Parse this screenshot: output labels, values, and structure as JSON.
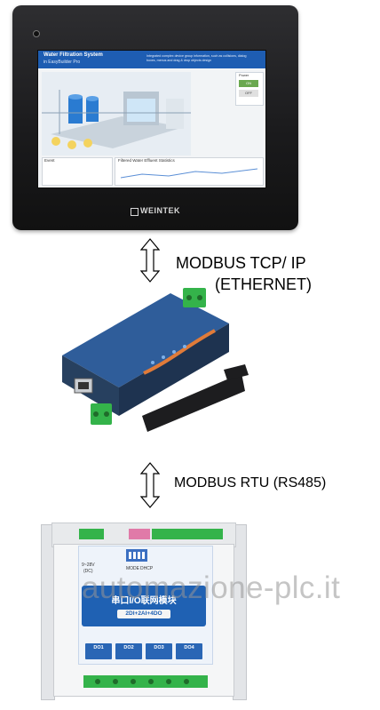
{
  "hmi": {
    "screen_title": "Water Filtration System",
    "screen_subtitle": "in EasyBuilder Pro",
    "screen_description": "Integrated complex device group information, such as collisions, dialog boxes, menus and drag & drop objects design",
    "power_label": "Power",
    "on_label": "ON",
    "off_label": "OFF",
    "event_label": "Event",
    "stats_label": "Filtered Water Effluent Statistics",
    "brand": "WEINTEK"
  },
  "connections": {
    "ethernet_line1": "MODBUS TCP/ IP",
    "ethernet_line2": "(ETHERNET)",
    "rs485": "MODBUS RTU (RS485)"
  },
  "io_module": {
    "title": "串口I/O联网模块",
    "spec": "2DI+2AI+4DO",
    "power_range": "9~28V",
    "power_type": "(DC)",
    "mode_label": "MODE",
    "dhcp_label": "DHCP",
    "outputs": [
      "DO1",
      "DO2",
      "DO3",
      "DO4"
    ]
  },
  "watermark": "automazione-plc.it",
  "colors": {
    "accent_blue": "#1f61b3",
    "terminal_green": "#34b34a",
    "gateway_blue": "#2f5d9a"
  }
}
